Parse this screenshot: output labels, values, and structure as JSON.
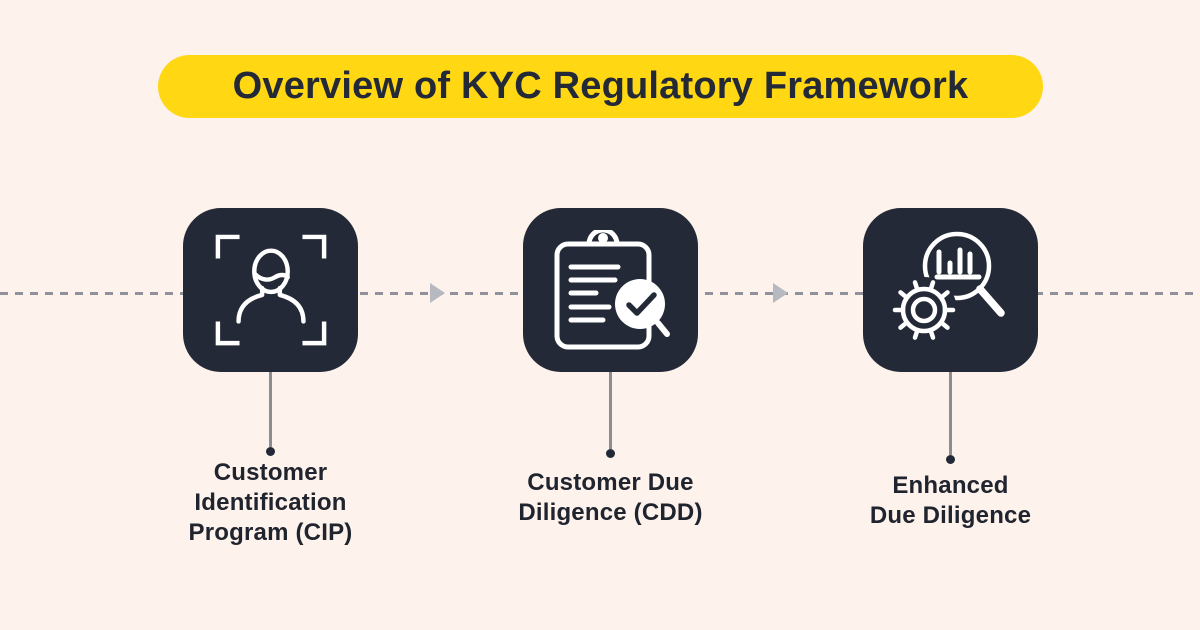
{
  "page": {
    "background_color": "#FDF2EC"
  },
  "title_banner": {
    "label": "Overview of KYC Regulatory Framework",
    "background_color": "#FFD713",
    "text_color": "#232936"
  },
  "flow": {
    "dashed_line_color": "#8F9399",
    "arrow_color": "#B6BAC0",
    "connector_color": "#8A8D92",
    "step_box_color": "#232936",
    "icon_color": "#FFFFFF",
    "label_color": "#20242E",
    "steps": [
      {
        "icon": "face-scan-icon",
        "label_lines": [
          "Customer",
          "Identification",
          "Program (CIP)"
        ]
      },
      {
        "icon": "clipboard-check-icon",
        "label_lines": [
          "Customer Due",
          "Diligence (CDD)"
        ]
      },
      {
        "icon": "chart-magnifier-gear-icon",
        "label_lines": [
          "Enhanced",
          "Due Diligence"
        ]
      }
    ]
  }
}
